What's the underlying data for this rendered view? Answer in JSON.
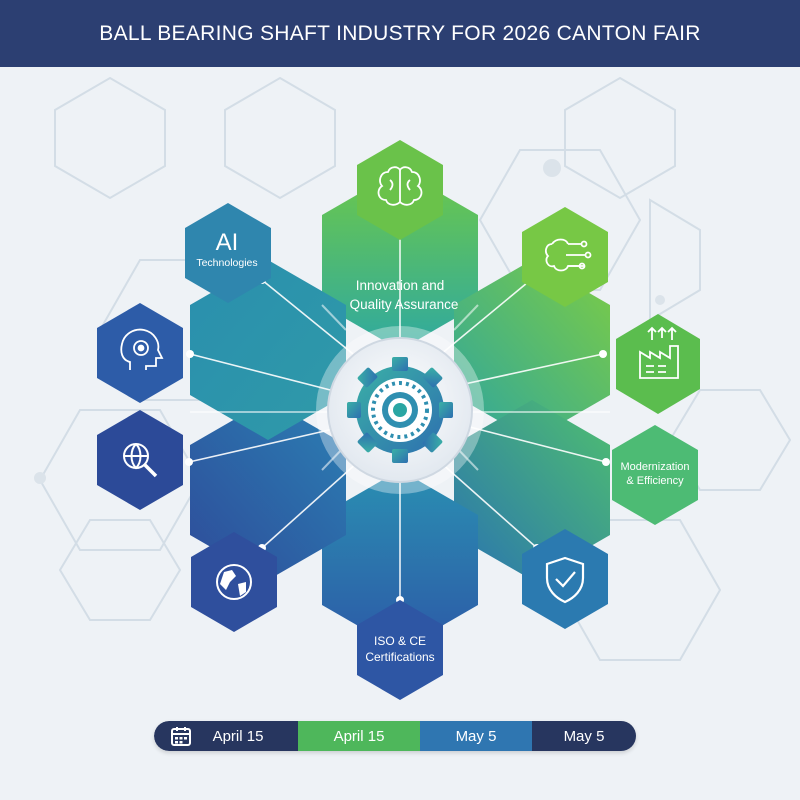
{
  "header": {
    "title": "BALL BEARING SHAFT INDUSTRY FOR 2026 CANTON FAIR"
  },
  "labels": {
    "ai_big": "AI",
    "ai_small": "Technologies",
    "innovation_line1": "Innovation and",
    "innovation_line2": "Quality Assurance",
    "modern_line1": "Modernization",
    "modern_line2": "& Efficiency",
    "iso_line1": "ISO & CE",
    "iso_line2": "Certifications"
  },
  "icons": {
    "hub": "gear-bearing-icon",
    "top": "brain-icon",
    "top_right": "brain-circuit-icon",
    "right": "factory-growth-icon",
    "bottom_right": "shield-check-icon",
    "bottom_left": "globe-icon",
    "left_lower": "globe-search-icon",
    "left_upper": "head-gear-icon",
    "timeline": "calendar-icon"
  },
  "timeline": {
    "items": [
      "April 15",
      "April 15",
      "May 5",
      "May 5"
    ]
  },
  "colors": {
    "header": "#2c3f72",
    "green": "#5cc247",
    "teal": "#2aa6a3",
    "blue": "#2f5aa8",
    "navy": "#27365f"
  }
}
